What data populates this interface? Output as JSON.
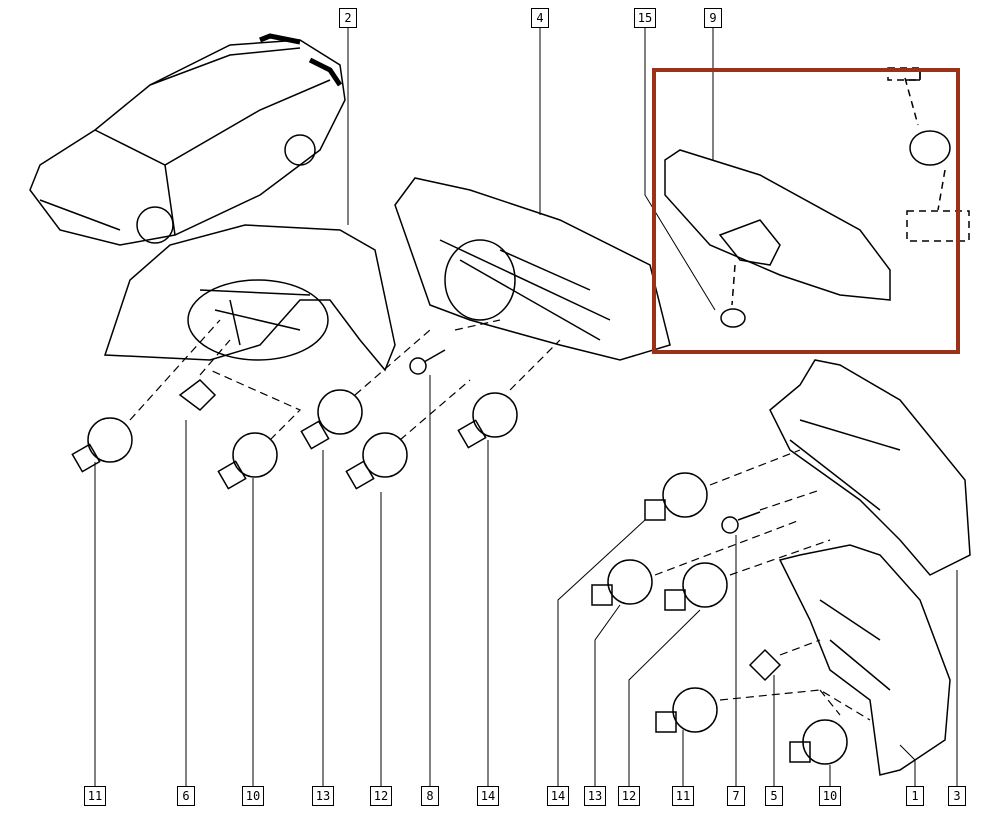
{
  "diagram": {
    "title_labels_top": [
      "2",
      "4",
      "15",
      "9"
    ],
    "labels_bottom": [
      "11",
      "6",
      "10",
      "13",
      "12",
      "8",
      "14",
      "14",
      "13",
      "12",
      "11",
      "7",
      "5",
      "10",
      "1",
      "3"
    ],
    "highlight_color": "#9b3116"
  }
}
